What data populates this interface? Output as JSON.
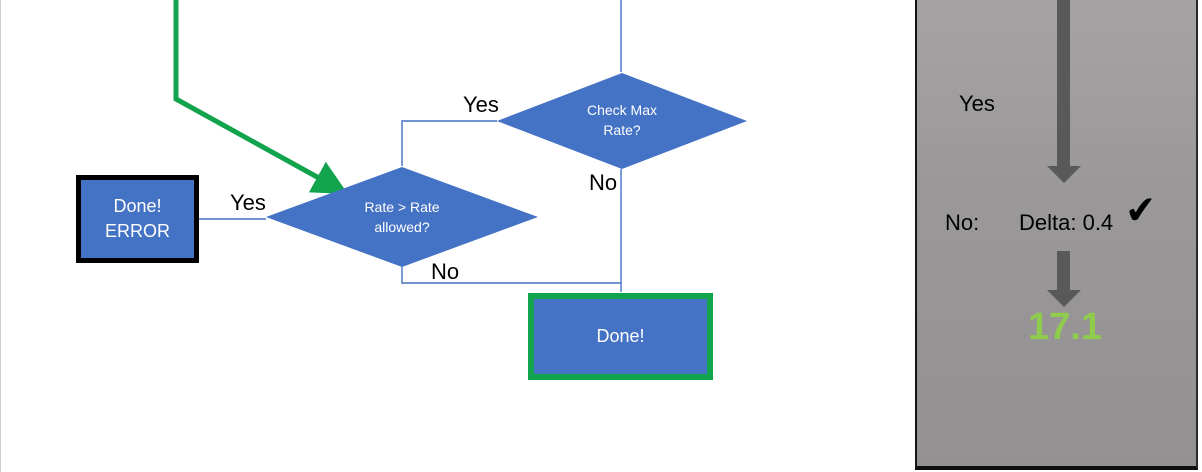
{
  "flowchart": {
    "nodes": {
      "done_error": {
        "line1": "Done!",
        "line2": "ERROR"
      },
      "rate_diamond": {
        "line1": "Rate > Rate",
        "line2": "allowed?"
      },
      "check_max_diamond": {
        "line1": "Check Max",
        "line2": "Rate?"
      },
      "done": {
        "label": "Done!"
      }
    },
    "labels": {
      "yes_left": "Yes",
      "yes_top": "Yes",
      "no_mid": "No",
      "no_bottom": "No"
    },
    "colors": {
      "node_fill": "#4472C4",
      "connector": "#4472C4",
      "highlight_green": "#12A34D",
      "error_border": "#000000"
    }
  },
  "side_panel": {
    "yes_label": "Yes",
    "no_label": "No:",
    "delta_label": "Delta: 0.4",
    "check_icon": "✔",
    "result_value": "17.1",
    "colors": {
      "background": "#9B9899",
      "arrow": "#595959",
      "result_green": "#8FCB4D"
    }
  }
}
